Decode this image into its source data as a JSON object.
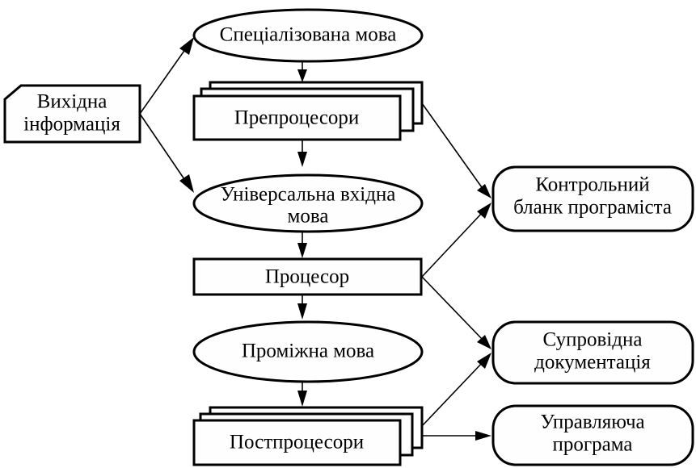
{
  "diagram": {
    "type": "flowchart",
    "language": "uk",
    "colors": {
      "stroke": "#000000",
      "fill": "#fefefe",
      "background": "#ffffff"
    },
    "nodes": {
      "source_info": {
        "shape": "card",
        "lines": [
          "Вихідна",
          "інформація"
        ]
      },
      "specialized_lang": {
        "shape": "ellipse",
        "lines": [
          "Спеціалізована мова"
        ]
      },
      "preprocessors": {
        "shape": "multi-document",
        "lines": [
          "Препроцесори"
        ]
      },
      "universal_lang": {
        "shape": "ellipse",
        "lines": [
          "Універсальна вхідна",
          "мова"
        ]
      },
      "processor": {
        "shape": "process",
        "lines": [
          "Процесор"
        ]
      },
      "intermediate_lang": {
        "shape": "ellipse",
        "lines": [
          "Проміжна мова"
        ]
      },
      "postprocessors": {
        "shape": "multi-document",
        "lines": [
          "Постпроцесори"
        ]
      },
      "control_form": {
        "shape": "terminator",
        "lines": [
          "Контрольний",
          "бланк програміста"
        ]
      },
      "documentation": {
        "shape": "terminator",
        "lines": [
          "Супровідна",
          "документація"
        ]
      },
      "control_program": {
        "shape": "terminator",
        "lines": [
          "Управляюча",
          "програма"
        ]
      }
    },
    "edges": [
      {
        "from": "source_info",
        "to": "specialized_lang"
      },
      {
        "from": "source_info",
        "to": "universal_lang"
      },
      {
        "from": "specialized_lang",
        "to": "preprocessors"
      },
      {
        "from": "preprocessors",
        "to": "universal_lang"
      },
      {
        "from": "preprocessors",
        "to": "control_form"
      },
      {
        "from": "universal_lang",
        "to": "processor"
      },
      {
        "from": "processor",
        "to": "control_form"
      },
      {
        "from": "processor",
        "to": "documentation"
      },
      {
        "from": "processor",
        "to": "intermediate_lang"
      },
      {
        "from": "intermediate_lang",
        "to": "postprocessors"
      },
      {
        "from": "postprocessors",
        "to": "documentation"
      },
      {
        "from": "postprocessors",
        "to": "control_program"
      }
    ]
  }
}
